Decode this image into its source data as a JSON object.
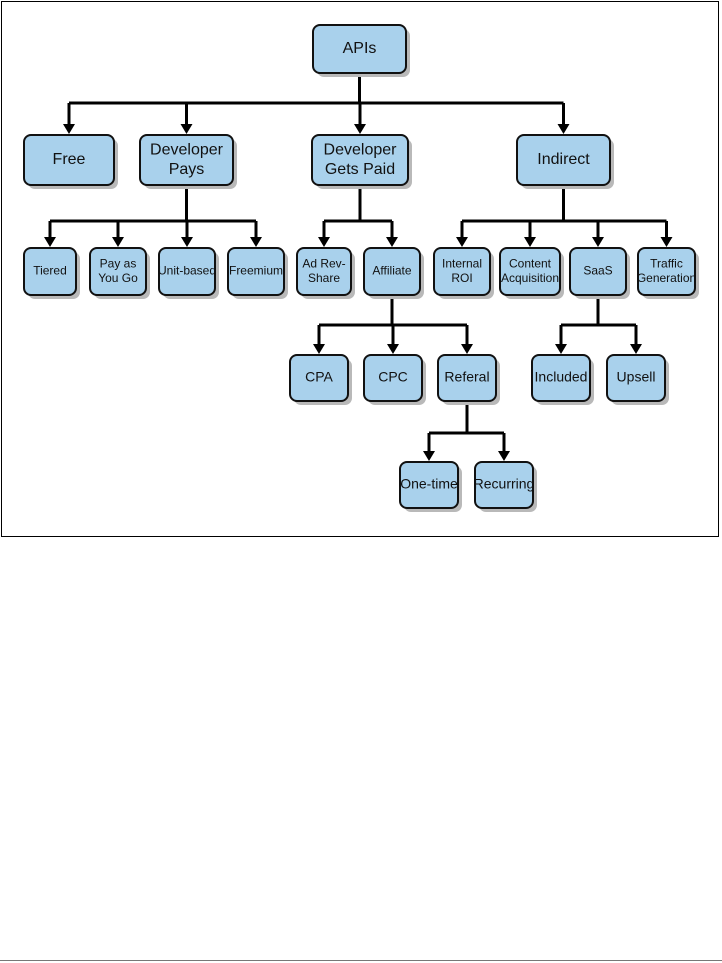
{
  "diagram": {
    "root": "APIs",
    "nodes": {
      "apis": [
        "APIs"
      ],
      "free": [
        "Free"
      ],
      "developer_pays": [
        "Developer",
        "Pays"
      ],
      "developer_gets_paid": [
        "Developer",
        "Gets Paid"
      ],
      "indirect": [
        "Indirect"
      ],
      "tiered": [
        "Tiered"
      ],
      "pay_as_you_go": [
        "Pay as",
        "You Go"
      ],
      "unit_based": [
        "Unit-based"
      ],
      "freemium": [
        "Freemium"
      ],
      "ad_rev_share": [
        "Ad Rev-",
        "Share"
      ],
      "affiliate": [
        "Affiliate"
      ],
      "internal_roi": [
        "Internal",
        "ROI"
      ],
      "content_acquisition": [
        "Content",
        "Acquisition"
      ],
      "saas": [
        "SaaS"
      ],
      "traffic_generation": [
        "Traffic",
        "Generation"
      ],
      "cpa": [
        "CPA"
      ],
      "cpc": [
        "CPC"
      ],
      "referal": [
        "Referal"
      ],
      "included": [
        "Included"
      ],
      "upsell": [
        "Upsell"
      ],
      "one_time": [
        "One-time"
      ],
      "recurring": [
        "Recurring"
      ]
    },
    "edges": [
      [
        "apis",
        "free"
      ],
      [
        "apis",
        "developer_pays"
      ],
      [
        "apis",
        "developer_gets_paid"
      ],
      [
        "apis",
        "indirect"
      ],
      [
        "developer_pays",
        "tiered"
      ],
      [
        "developer_pays",
        "pay_as_you_go"
      ],
      [
        "developer_pays",
        "unit_based"
      ],
      [
        "developer_pays",
        "freemium"
      ],
      [
        "developer_gets_paid",
        "ad_rev_share"
      ],
      [
        "developer_gets_paid",
        "affiliate"
      ],
      [
        "indirect",
        "internal_roi"
      ],
      [
        "indirect",
        "content_acquisition"
      ],
      [
        "indirect",
        "saas"
      ],
      [
        "indirect",
        "traffic_generation"
      ],
      [
        "affiliate",
        "cpa"
      ],
      [
        "affiliate",
        "cpc"
      ],
      [
        "affiliate",
        "referal"
      ],
      [
        "saas",
        "included"
      ],
      [
        "saas",
        "upsell"
      ],
      [
        "referal",
        "one_time"
      ],
      [
        "referal",
        "recurring"
      ]
    ]
  }
}
